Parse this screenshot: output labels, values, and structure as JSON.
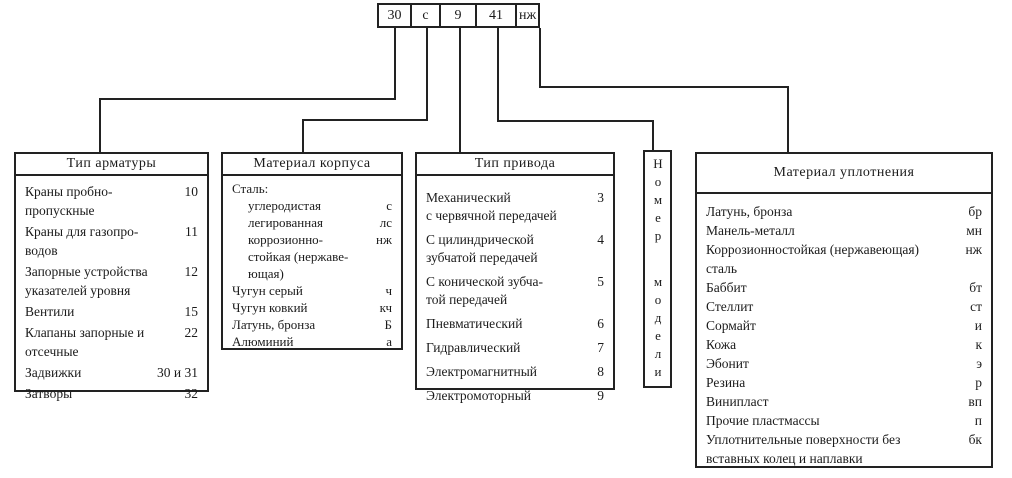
{
  "code_box": {
    "cells": [
      "30",
      "с",
      "9",
      "41",
      "нж"
    ]
  },
  "boxes": {
    "armature": {
      "title": "Тип арматуры",
      "items": [
        {
          "name": "Краны пробно-\nпропускные",
          "code": "10"
        },
        {
          "name": "Краны для газопро-\nводов",
          "code": "11"
        },
        {
          "name": "Запорные устройства\nуказателей уровня",
          "code": "12"
        },
        {
          "name": "Вентили",
          "code": "15"
        },
        {
          "name": "Клапаны запорные и\nотсечные",
          "code": "22"
        },
        {
          "name": "Задвижки",
          "code": "30 и 31"
        },
        {
          "name": "Затворы",
          "code": "32"
        }
      ]
    },
    "body_material": {
      "title": "Материал корпуса",
      "items": [
        {
          "name": "Сталь:",
          "code": ""
        },
        {
          "name": "углеродистая",
          "code": "с",
          "indent": true
        },
        {
          "name": "легированная",
          "code": "лс",
          "indent": true
        },
        {
          "name": "коррозионно-\nстойкая (нержаве-\nющая)",
          "code": "нж",
          "indent": true
        },
        {
          "name": "Чугун серый",
          "code": "ч"
        },
        {
          "name": "Чугун ковкий",
          "code": "кч"
        },
        {
          "name": "Латунь, бронза",
          "code": "Б"
        },
        {
          "name": "Алюминий",
          "code": "а"
        }
      ]
    },
    "drive_type": {
      "title": "Тип привода",
      "items": [
        {
          "name": "Механический\nс червячной передачей",
          "code": "3"
        },
        {
          "name": "С цилиндрической\nзубчатой передачей",
          "code": "4"
        },
        {
          "name": "С конической зубча-\nтой передачей",
          "code": "5"
        },
        {
          "name": "Пневматический",
          "code": "6"
        },
        {
          "name": "Гидравлический",
          "code": "7"
        },
        {
          "name": "Электромагнитный",
          "code": "8"
        },
        {
          "name": "Электромоторный",
          "code": "9"
        }
      ]
    },
    "model_number": {
      "title": "Номер модели"
    },
    "seal_material": {
      "title": "Материал уплотнения",
      "items": [
        {
          "name": "Латунь, бронза",
          "code": "бр"
        },
        {
          "name": "Манель-металл",
          "code": "мн"
        },
        {
          "name": "Коррозионностойкая (нержавеющая)\nсталь",
          "code": "нж"
        },
        {
          "name": "Баббит",
          "code": "бт"
        },
        {
          "name": "Стеллит",
          "code": "ст"
        },
        {
          "name": "Сормайт",
          "code": "и"
        },
        {
          "name": "Кожа",
          "code": "к"
        },
        {
          "name": "Эбонит",
          "code": "э"
        },
        {
          "name": "Резина",
          "code": "р"
        },
        {
          "name": "Винипласт",
          "code": "вп"
        },
        {
          "name": "Прочие пластмассы",
          "code": "п"
        },
        {
          "name": "Уплотнительные поверхности без\nвставных колец и наплавки",
          "code": "бк"
        }
      ]
    }
  },
  "colors": {
    "line": "#222222",
    "text": "#1b1b1b",
    "background": "#ffffff"
  }
}
